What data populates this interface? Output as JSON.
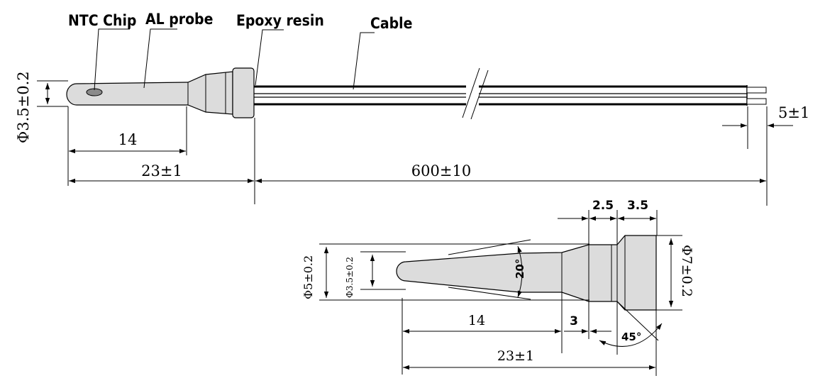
{
  "labels": {
    "ntc_chip": "NTC Chip",
    "al_probe": "AL probe",
    "epoxy_resin": "Epoxy resin",
    "cable": "Cable"
  },
  "top_view": {
    "probe_diameter": "Φ3.5±0.2",
    "length_14": "14",
    "length_23": "23±1",
    "cable_length": "600±10",
    "strip_length": "5±1"
  },
  "detail_view": {
    "outer_diameter": "Φ5±0.2",
    "inner_diameter": "Φ3.5±0.2",
    "angle_20": "20°",
    "flange_diameter": "Φ7±0.2",
    "dim_2_5": "2.5",
    "dim_3_5": "3.5",
    "length_14": "14",
    "dim_3": "3",
    "angle_45": "45°",
    "length_23": "23±1"
  }
}
